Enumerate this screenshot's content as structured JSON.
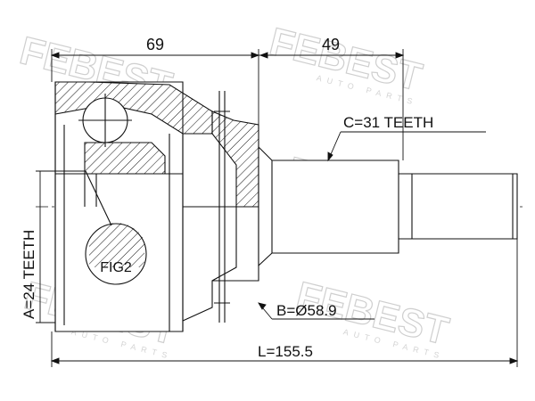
{
  "dimensions": {
    "joint_length": "69",
    "shaft_length": "49",
    "spline_c": "C=31 TEETH",
    "spline_a": "A=24 TEETH",
    "seal_diameter": "B=Ø58.9",
    "total_length": "L=155.5"
  },
  "figure_label": "FIG2",
  "watermark": {
    "brand": "FEBEST",
    "tagline": "AUTO PARTS"
  },
  "colors": {
    "line": "#111111",
    "watermark": "#cfcfcf"
  }
}
